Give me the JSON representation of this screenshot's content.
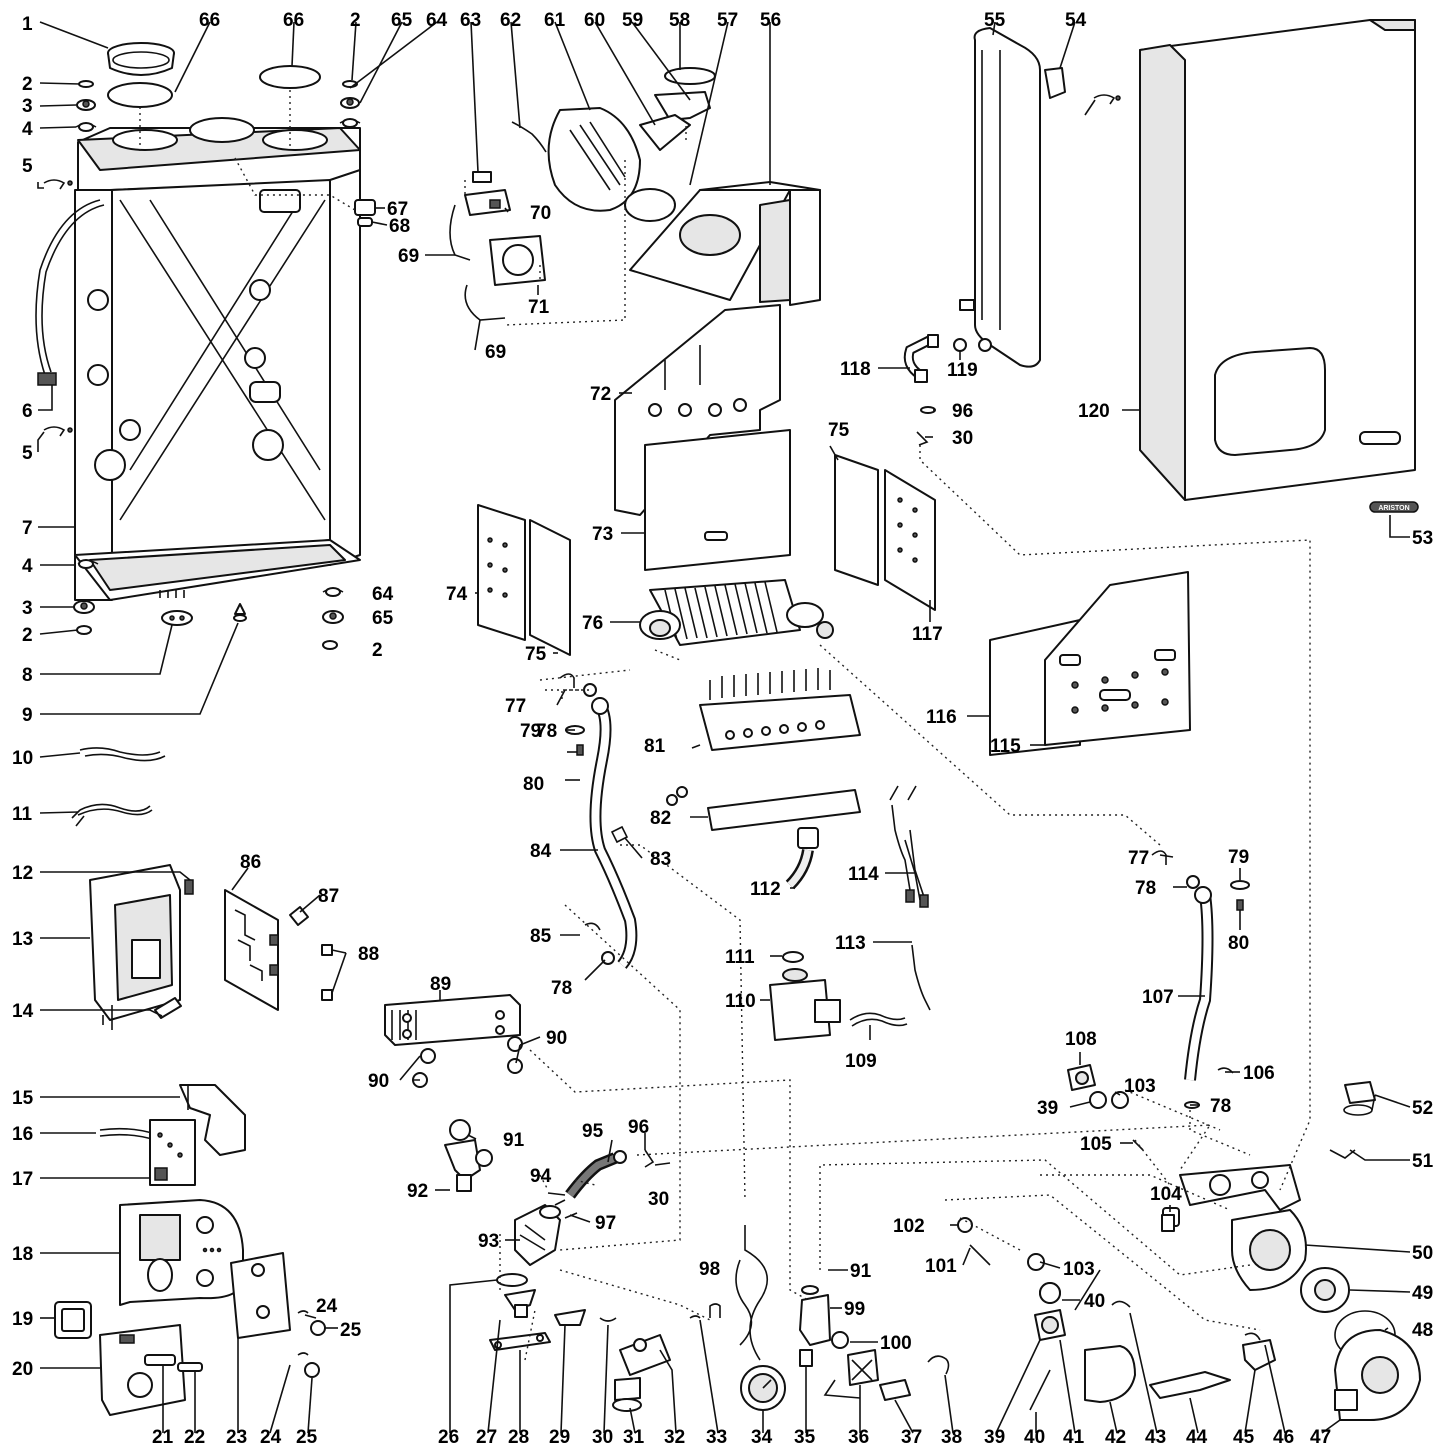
{
  "diagram": {
    "brand_badge": "ARISTON",
    "labels": {
      "l1": "1",
      "l2a": "2",
      "l3a": "3",
      "l4a": "4",
      "l5a": "5",
      "l6": "6",
      "l5b": "5",
      "l7": "7",
      "l4b": "4",
      "l3b": "3",
      "l2b": "2",
      "l8": "8",
      "l9": "9",
      "l10": "10",
      "l11": "11",
      "l12": "12",
      "l13": "13",
      "l14": "14",
      "l15": "15",
      "l16": "16",
      "l17": "17",
      "l18": "18",
      "l19": "19",
      "l20": "20",
      "l21": "21",
      "l22": "22",
      "l23": "23",
      "l24a": "24",
      "l25a": "25",
      "l24b": "24",
      "l25b": "25",
      "l26": "26",
      "l27": "27",
      "l28": "28",
      "l29": "29",
      "l30a": "30",
      "l31": "31",
      "l32": "32",
      "l33": "33",
      "l34": "34",
      "l35": "35",
      "l36": "36",
      "l37": "37",
      "l38": "38",
      "l39a": "39",
      "l40a": "40",
      "l41": "41",
      "l42": "42",
      "l43": "43",
      "l44": "44",
      "l45": "45",
      "l46": "46",
      "l47": "47",
      "l48": "48",
      "l49": "49",
      "l50": "50",
      "l51": "51",
      "l52": "52",
      "l53": "53",
      "l54": "54",
      "l55": "55",
      "l56": "56",
      "l57": "57",
      "l58": "58",
      "l59": "59",
      "l60": "60",
      "l61": "61",
      "l62": "62",
      "l63": "63",
      "l64a": "64",
      "l65a": "65",
      "l66a": "66",
      "l66b": "66",
      "l2c": "2",
      "l64b": "64",
      "l65b": "65",
      "l2d": "2",
      "l67": "67",
      "l68": "68",
      "l69a": "69",
      "l69b": "69",
      "l70": "70",
      "l71": "71",
      "l72": "72",
      "l73": "73",
      "l74": "74",
      "l75a": "75",
      "l75b": "75",
      "l76": "76",
      "l77a": "77",
      "l77b": "77",
      "l78a": "78",
      "l78b": "78",
      "l78c": "78",
      "l78d": "78",
      "l79a": "79",
      "l79b": "79",
      "l80a": "80",
      "l80b": "80",
      "l81": "81",
      "l82": "82",
      "l83": "83",
      "l84": "84",
      "l85": "85",
      "l86": "86",
      "l87": "87",
      "l88": "88",
      "l89": "89",
      "l90a": "90",
      "l90b": "90",
      "l91a": "91",
      "l91b": "91",
      "l92": "92",
      "l93": "93",
      "l94": "94",
      "l95": "95",
      "l96a": "96",
      "l96b": "96",
      "l97": "97",
      "l30b": "30",
      "l30c": "30",
      "l98": "98",
      "l99": "99",
      "l100": "100",
      "l101": "101",
      "l102": "102",
      "l103a": "103",
      "l103b": "103",
      "l104": "104",
      "l105": "105",
      "l106": "106",
      "l107": "107",
      "l108": "108",
      "l39b": "39",
      "l40b": "40",
      "l109": "109",
      "l110": "110",
      "l111": "111",
      "l112": "112",
      "l113": "113",
      "l114": "114",
      "l115": "115",
      "l116": "116",
      "l117": "117",
      "l118": "118",
      "l119": "119",
      "l120": "120"
    }
  }
}
